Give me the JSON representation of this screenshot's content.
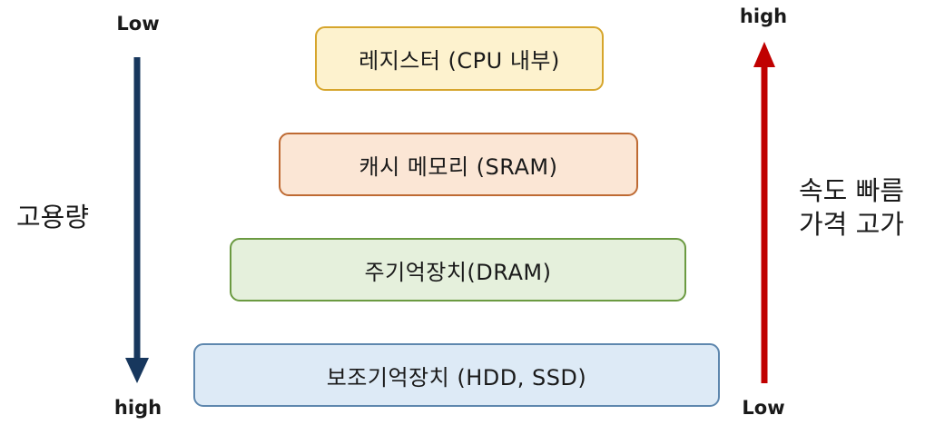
{
  "diagram": {
    "title_hint": "memory-hierarchy",
    "left_axis": {
      "top_label": "Low",
      "bottom_label": "high",
      "side_label": "고용량",
      "arrow_direction": "down",
      "arrow_color": "#17375D"
    },
    "right_axis": {
      "top_label": "high",
      "bottom_label": "Low",
      "side_label_line1": "속도 빠름",
      "side_label_line2": "가격 고가",
      "arrow_direction": "up",
      "arrow_color": "#C00000"
    },
    "levels": [
      {
        "label": "레지스터 (CPU 내부)",
        "fill": "#FDF2CE",
        "border": "#D6A52C"
      },
      {
        "label": "캐시 메모리 (SRAM)",
        "fill": "#FBE6D5",
        "border": "#BE6A33"
      },
      {
        "label": "주기억장치(DRAM)",
        "fill": "#E5F0DC",
        "border": "#6B9A41"
      },
      {
        "label": "보조기억장치 (HDD, SSD)",
        "fill": "#DDEAF6",
        "border": "#5E87AE"
      }
    ]
  }
}
